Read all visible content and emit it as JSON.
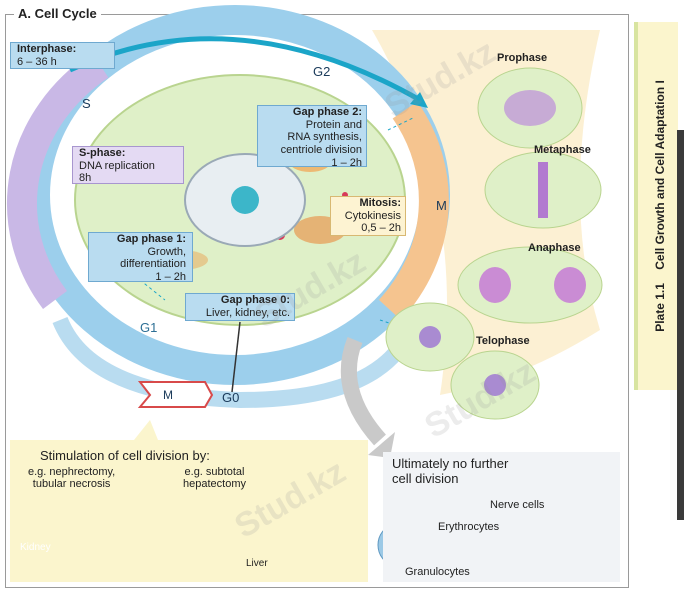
{
  "panel_title": "A. Cell Cycle",
  "side_tab": {
    "plate": "Plate 1.1",
    "title": "Cell Growth and Cell Adaptation I"
  },
  "cycle": {
    "labels": {
      "s": "S",
      "g2": "G2",
      "m": "M",
      "g1": "G1",
      "g0": "G0",
      "m_small": "M"
    },
    "interphase": {
      "title": "Interphase:",
      "duration": "6 – 36 h"
    },
    "s_phase": {
      "title": "S-phase:",
      "line1": "DNA replication",
      "line2": "8h"
    },
    "gap2": {
      "title": "Gap phase 2:",
      "line1": "Protein and",
      "line2": "RNA synthesis,",
      "line3": "centriole division",
      "line4": "1 – 2h"
    },
    "mitosis": {
      "title": "Mitosis:",
      "line1": "Cytokinesis",
      "line2": "0,5 – 2h"
    },
    "gap1": {
      "title": "Gap phase 1:",
      "line1": "Growth,",
      "line2": "differentiation",
      "line3": "1 – 2h"
    },
    "gap0": {
      "title": "Gap phase 0:",
      "line1": "Liver, kidney, etc."
    }
  },
  "mitosis_stages": [
    "Prophase",
    "Metaphase",
    "Anaphase",
    "Telophase"
  ],
  "stimulation": {
    "title": "Stimulation of cell division by:",
    "example1": {
      "line1": "e.g. nephrectomy,",
      "line2": "tubular necrosis"
    },
    "example2": {
      "line1": "e.g. subtotal",
      "line2": "hepatectomy"
    },
    "kidney": "Kidney",
    "liver": "Liver"
  },
  "final": {
    "line1": "Ultimately no further",
    "line2": "cell division",
    "nerve": "Nerve cells",
    "erythrocytes": "Erythrocytes",
    "granulocytes": "Granulocytes"
  },
  "watermark": "Stud.kz",
  "colors": {
    "interphase_blue": "#9ccfec",
    "s_lavender": "#c9b8e6",
    "mitosis_orange": "#f5c48f",
    "arrow_teal": "#1ba5c8",
    "cream": "#fbf5cd"
  }
}
